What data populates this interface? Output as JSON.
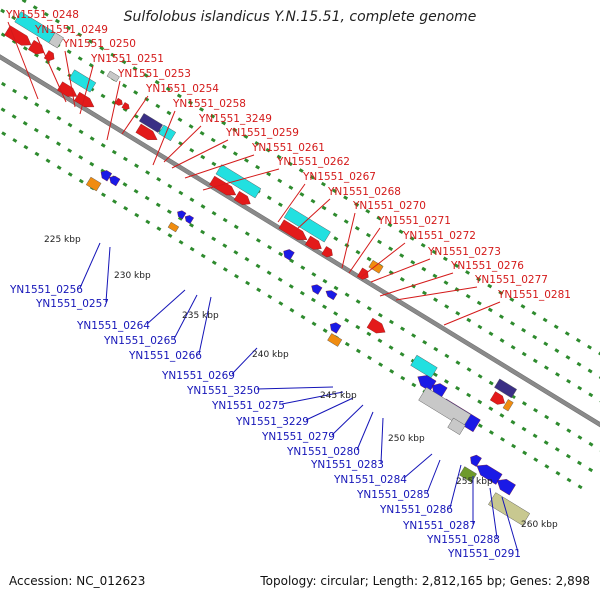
{
  "title": "Sulfolobus islandicus Y.N.15.51, complete genome",
  "accession": "Accession: NC_012623",
  "topology": "Topology: circular; Length: 2,812,165 bp; Genes: 2,898",
  "colors": {
    "forward_label": "#d41a1a",
    "reverse_label": "#1515b8",
    "backbone": "#8a8a8a",
    "tick": "#2e8b2e",
    "red_cds": "#e31a1a",
    "blue_cds": "#1a1ae6",
    "cyan_feature": "#22e0e0",
    "orange_feature": "#f08c10",
    "grey_feature": "#c8c8c8",
    "navy_feature": "#3a2f85",
    "olive_feature": "#6e9a2a",
    "khaki_feature": "#c8c890"
  },
  "kbp_labels": [
    "225 kbp",
    "230 kbp",
    "235 kbp",
    "240 kbp",
    "245 kbp",
    "250 kbp",
    "255 kbp",
    "260 kbp"
  ],
  "forward_labels": [
    "YN1551_0248",
    "YN1551_0249",
    "YN1551_0250",
    "YN1551_0251",
    "YN1551_0253",
    "YN1551_0254",
    "YN1551_0258",
    "YN1551_3249",
    "YN1551_0259",
    "YN1551_0261",
    "YN1551_0262",
    "YN1551_0267",
    "YN1551_0268",
    "YN1551_0270",
    "YN1551_0271",
    "YN1551_0272",
    "YN1551_0273",
    "YN1551_0276",
    "YN1551_0277",
    "YN1551_0281"
  ],
  "reverse_labels": [
    "YN1551_0256",
    "YN1551_0257",
    "YN1551_0264",
    "YN1551_0265",
    "YN1551_0266",
    "YN1551_0269",
    "YN1551_3250",
    "YN1551_0275",
    "YN1551_3229",
    "YN1551_0279",
    "YN1551_0280",
    "YN1551_0283",
    "YN1551_0284",
    "YN1551_0285",
    "YN1551_0286",
    "YN1551_0287",
    "YN1551_0288",
    "YN1551_0291"
  ]
}
